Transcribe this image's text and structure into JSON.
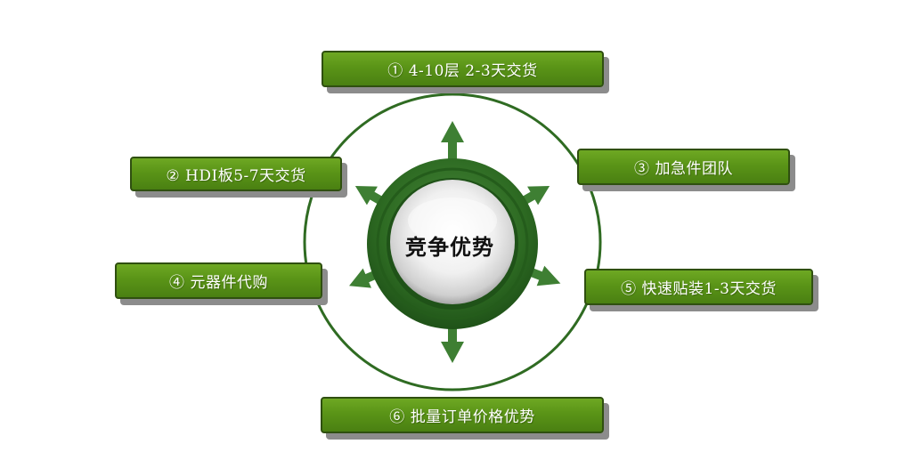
{
  "center": {
    "label": "竞争优势"
  },
  "items": [
    {
      "text": "① 4-10层 2-3天交货"
    },
    {
      "text": "② HDI板5-7天交货"
    },
    {
      "text": "③ 加急件团队"
    },
    {
      "text": "④ 元器件代购"
    },
    {
      "text": "⑤ 快速贴装1-3天交货"
    },
    {
      "text": "⑥ 批量订单价格优势"
    }
  ],
  "colors": {
    "ring": "#2f6b22",
    "arrow": "#3e7f33",
    "box_fill": "#5a9417",
    "box_border": "#2f4f10",
    "box_shadow": "#8c8c8c",
    "hub_inner": "#e6e6e6"
  }
}
